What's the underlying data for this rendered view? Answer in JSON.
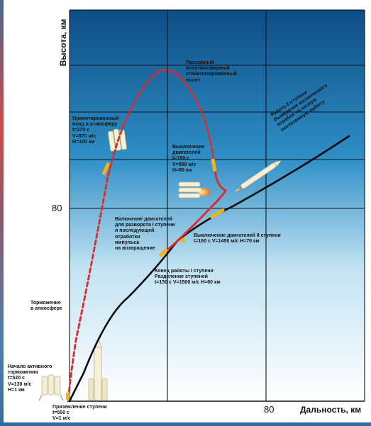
{
  "axes": {
    "y_title": "Высота, км",
    "x_title": "Дальность, км",
    "y_tick": "80",
    "x_tick": "80"
  },
  "labels": {
    "passive_flight": [
      "Пассивный",
      "внеатмосферный",
      "стабилизированный",
      "полет"
    ],
    "oriented_entry": [
      "Ориентированный",
      "вход в атмосферу",
      "t=370 с",
      "V=870 м/с",
      "H=100 км"
    ],
    "engine_shutdown_1": [
      "Выключение",
      "двигателей",
      "t=190 с",
      "V=950 м/с",
      "H=90 км"
    ],
    "stage2_work": [
      "Работа II ступени",
      "Выведение космического",
      "корабля на низкую",
      "околоземную орбиту"
    ],
    "turnaround": [
      "Включение двигателей",
      "для разворота I ступени",
      "и последующей",
      "отработки",
      "импульса",
      "на возвращение"
    ],
    "stage2_shutdown": [
      "Выключение двигателей II ступени",
      "t=160 с  V=1450 м/с  H=70 км"
    ],
    "separation": [
      "Конец работы I ступени",
      "Разделение ступеней",
      "t=150 с  V=1500 м/с  H=60 км"
    ],
    "braking": [
      "Торможение",
      "в атмосфере"
    ],
    "active_braking": [
      "Начало активного",
      "торможения",
      "t=520 с",
      "V=130 м/с",
      "H=1 км"
    ],
    "landing": [
      "Приземление ступени",
      "t=550 с",
      "V=1 м/с"
    ]
  },
  "colors": {
    "sky_top": "#0e4d86",
    "sky_mid": "#2f8fc6",
    "sky_bottom": "#ffffff",
    "grid": "#101418",
    "return_path": "#dd2a2a",
    "ascent_path": "#0c0c0c",
    "engine_marker": "#f2b21b"
  }
}
